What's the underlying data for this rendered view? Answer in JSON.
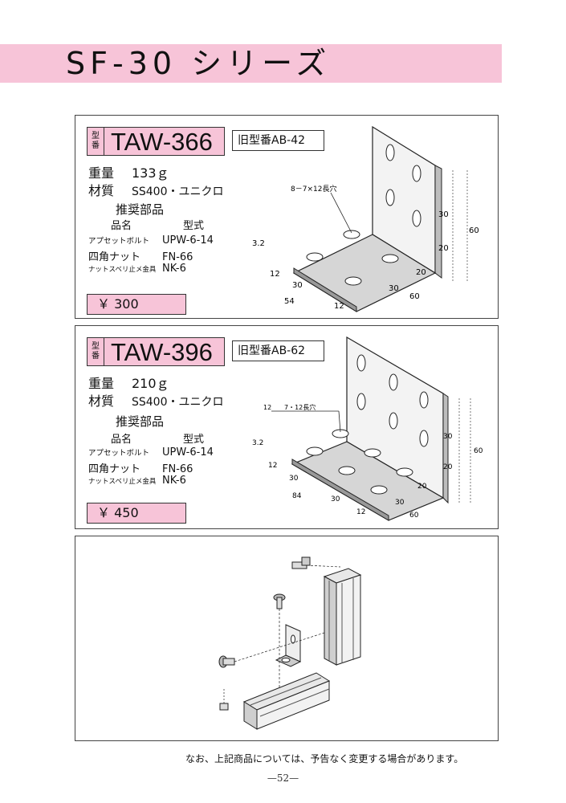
{
  "page": {
    "title": "SF-30 シリーズ",
    "notice": "なお、上記商品については、予告なく変更する場合があります。",
    "page_number": "—52—"
  },
  "colors": {
    "accent_pink": "#f7c4d8",
    "line": "#333333"
  },
  "products": [
    {
      "kata_label_1": "型",
      "kata_label_2": "番",
      "model": "TAW-366",
      "old_model": "旧型番AB-42",
      "weight_label": "重量",
      "weight": "133ｇ",
      "material_label": "材質",
      "material": "SS400・ユニクロ",
      "recommended_title": "推奨部品",
      "col_name": "品名",
      "col_type": "型式",
      "parts": [
        {
          "name": "アプセットボルト",
          "type": "UPW-6-14"
        },
        {
          "name": "四角ナット",
          "type": "FN-66"
        },
        {
          "name": "ナットスベリ止メ金具",
          "type": "NK-6"
        }
      ],
      "price": "￥ 300",
      "drawing": {
        "hole_note": "8－7×12長穴",
        "dims": [
          "3.2",
          "12",
          "30",
          "54",
          "12",
          "30",
          "20",
          "20",
          "30",
          "60",
          "60"
        ]
      }
    },
    {
      "kata_label_1": "型",
      "kata_label_2": "番",
      "model": "TAW-396",
      "old_model": "旧型番AB-62",
      "weight_label": "重量",
      "weight": "210ｇ",
      "material_label": "材質",
      "material": "SS400・ユニクロ",
      "recommended_title": "推奨部品",
      "col_name": "品名",
      "col_type": "型式",
      "parts": [
        {
          "name": "アプセットボルト",
          "type": "UPW-6-14"
        },
        {
          "name": "四角ナット",
          "type": "FN-66"
        },
        {
          "name": "ナットスベリ止メ金具",
          "type": "NK-6"
        }
      ],
      "price": "￥ 450",
      "drawing": {
        "hole_left": "12",
        "hole_note": "7・12長穴",
        "dims": [
          "3.2",
          "12",
          "30",
          "84",
          "30",
          "12",
          "30",
          "20",
          "20",
          "30",
          "60",
          "60"
        ]
      }
    }
  ]
}
